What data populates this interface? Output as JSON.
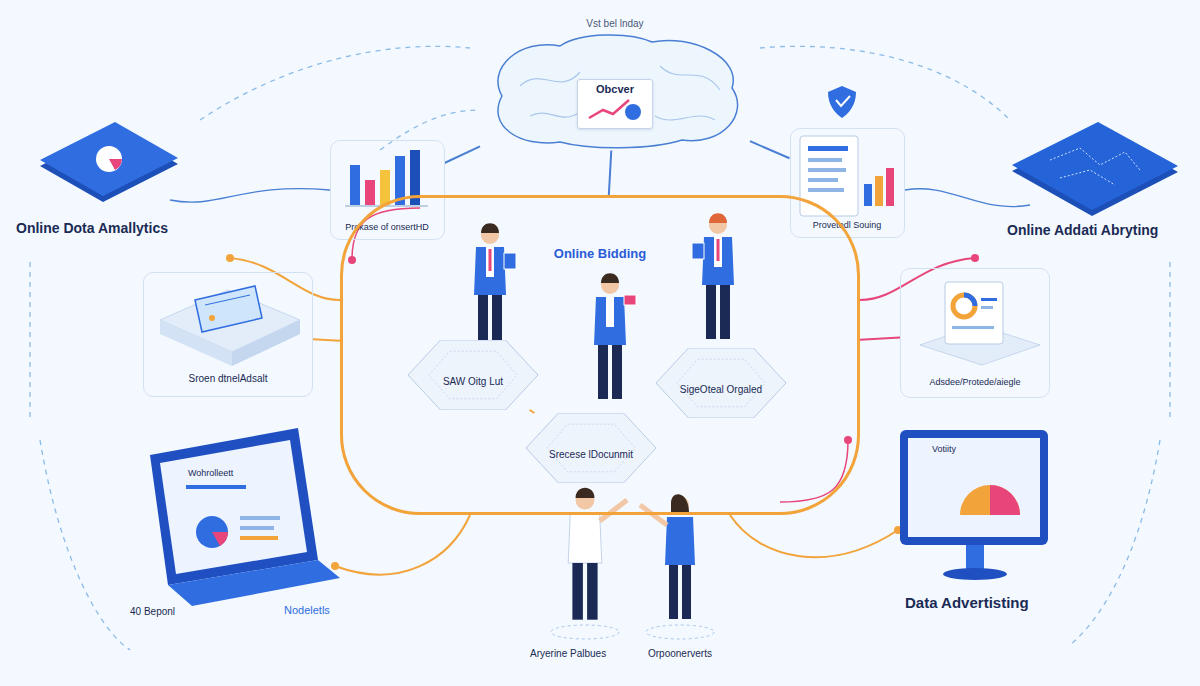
{
  "diagram": {
    "nodes": [
      {
        "text": [
          "Vst bel lnday"
        ]
      },
      {
        "text": [
          "Obcver"
        ],
        "in": 0
      },
      {
        "text": [
          "Prokase of onsertHD"
        ]
      },
      {
        "text": [
          "Provetedl Souing"
        ]
      },
      {
        "text": [
          "Sroen dtnelAdsalt"
        ]
      },
      {
        "text": [
          "Online Bidding"
        ]
      },
      {
        "text": [
          "SAW Oitg Lut"
        ],
        "in": 5
      },
      {
        "text": [
          "SigeOteal Orgaled"
        ],
        "in": 5
      },
      {
        "text": [
          "Srecese lDocunmit"
        ],
        "in": 5
      },
      {
        "text": [
          "Adsdee/Protede/aiegle"
        ]
      }
    ],
    "edges": [
      {
        "from": 0,
        "to": 2,
        "arrow": "none"
      },
      {
        "from": 0,
        "to": 3,
        "arrow": "none"
      },
      {
        "from": 0,
        "to": 5,
        "arrow": "none"
      },
      {
        "from": 4,
        "to": 5,
        "arrow": "none"
      },
      {
        "from": 9,
        "to": 5,
        "arrow": "none"
      },
      {
        "from": 6,
        "to": 8,
        "arrow": "none"
      },
      {
        "from": 7,
        "to": 8,
        "arrow": "none"
      }
    ],
    "labels": [
      "Online Dota Amallytics",
      "Online Addati Abryting",
      "Wohrolleett",
      "40 Beponl",
      "Nodeletls",
      "Votiity",
      "Data Advertisting",
      "Aryerine Palbues",
      "Orpoonerverts"
    ]
  }
}
